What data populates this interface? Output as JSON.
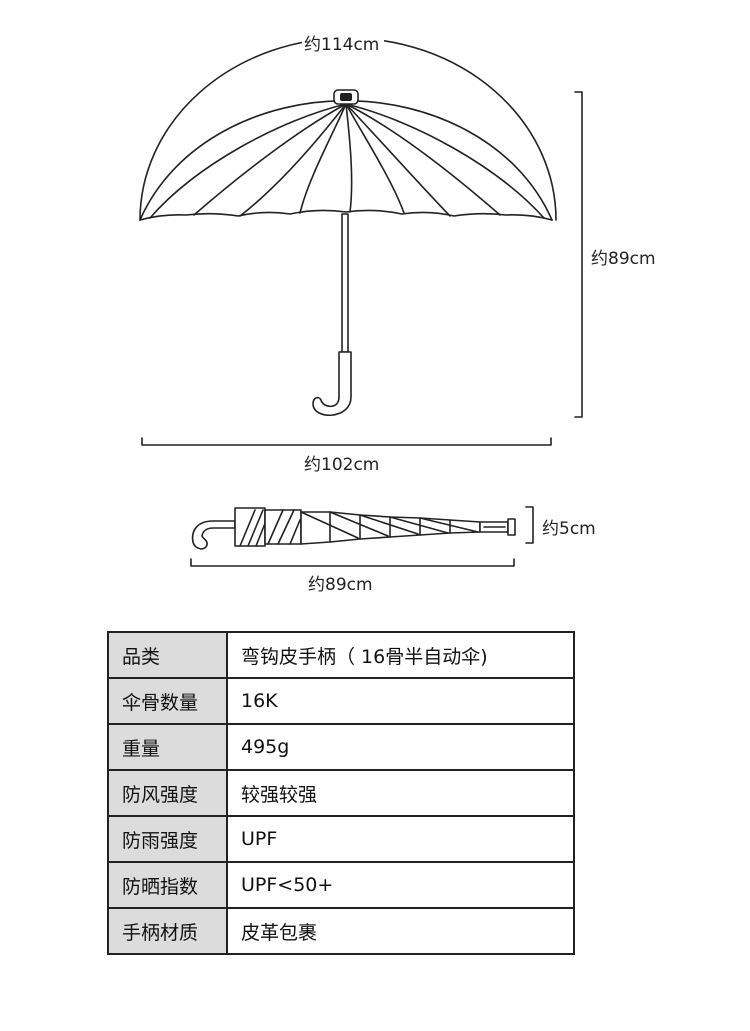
{
  "dimensions": {
    "arc_length": "约114cm",
    "open_height": "约89cm",
    "open_width": "约102cm",
    "closed_diameter": "约5cm",
    "closed_length": "约89cm"
  },
  "specs": [
    {
      "label": "品类",
      "value": "弯钩皮手柄（ 16骨半自动伞)"
    },
    {
      "label": "伞骨数量",
      "value": "16K"
    },
    {
      "label": "重量",
      "value": "495g"
    },
    {
      "label": "防风强度",
      "value": "较强较强"
    },
    {
      "label": "防雨强度",
      "value": "UPF"
    },
    {
      "label": "防晒指数",
      "value": "UPF<50+"
    },
    {
      "label": "手柄材质",
      "value": "皮革包裹"
    }
  ]
}
